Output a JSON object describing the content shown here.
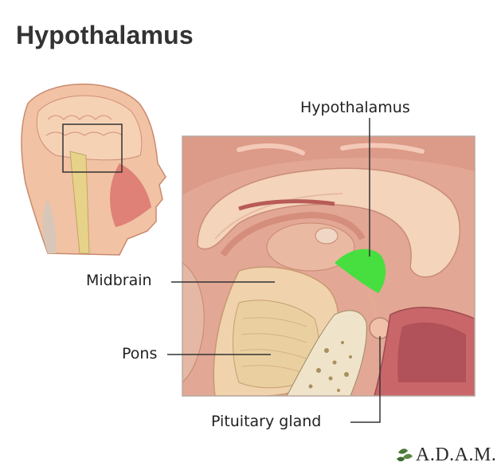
{
  "title": "Hypothalamus",
  "labels": {
    "hypothalamus": "Hypothalamus",
    "midbrain": "Midbrain",
    "pons": "Pons",
    "pituitary": "Pituitary gland"
  },
  "logo": {
    "text": "A.D.A.M."
  },
  "colors": {
    "highlight": "#3ee03a",
    "tissue": "#d99a86",
    "brain": "#f1c9ae",
    "line": "#333333"
  }
}
